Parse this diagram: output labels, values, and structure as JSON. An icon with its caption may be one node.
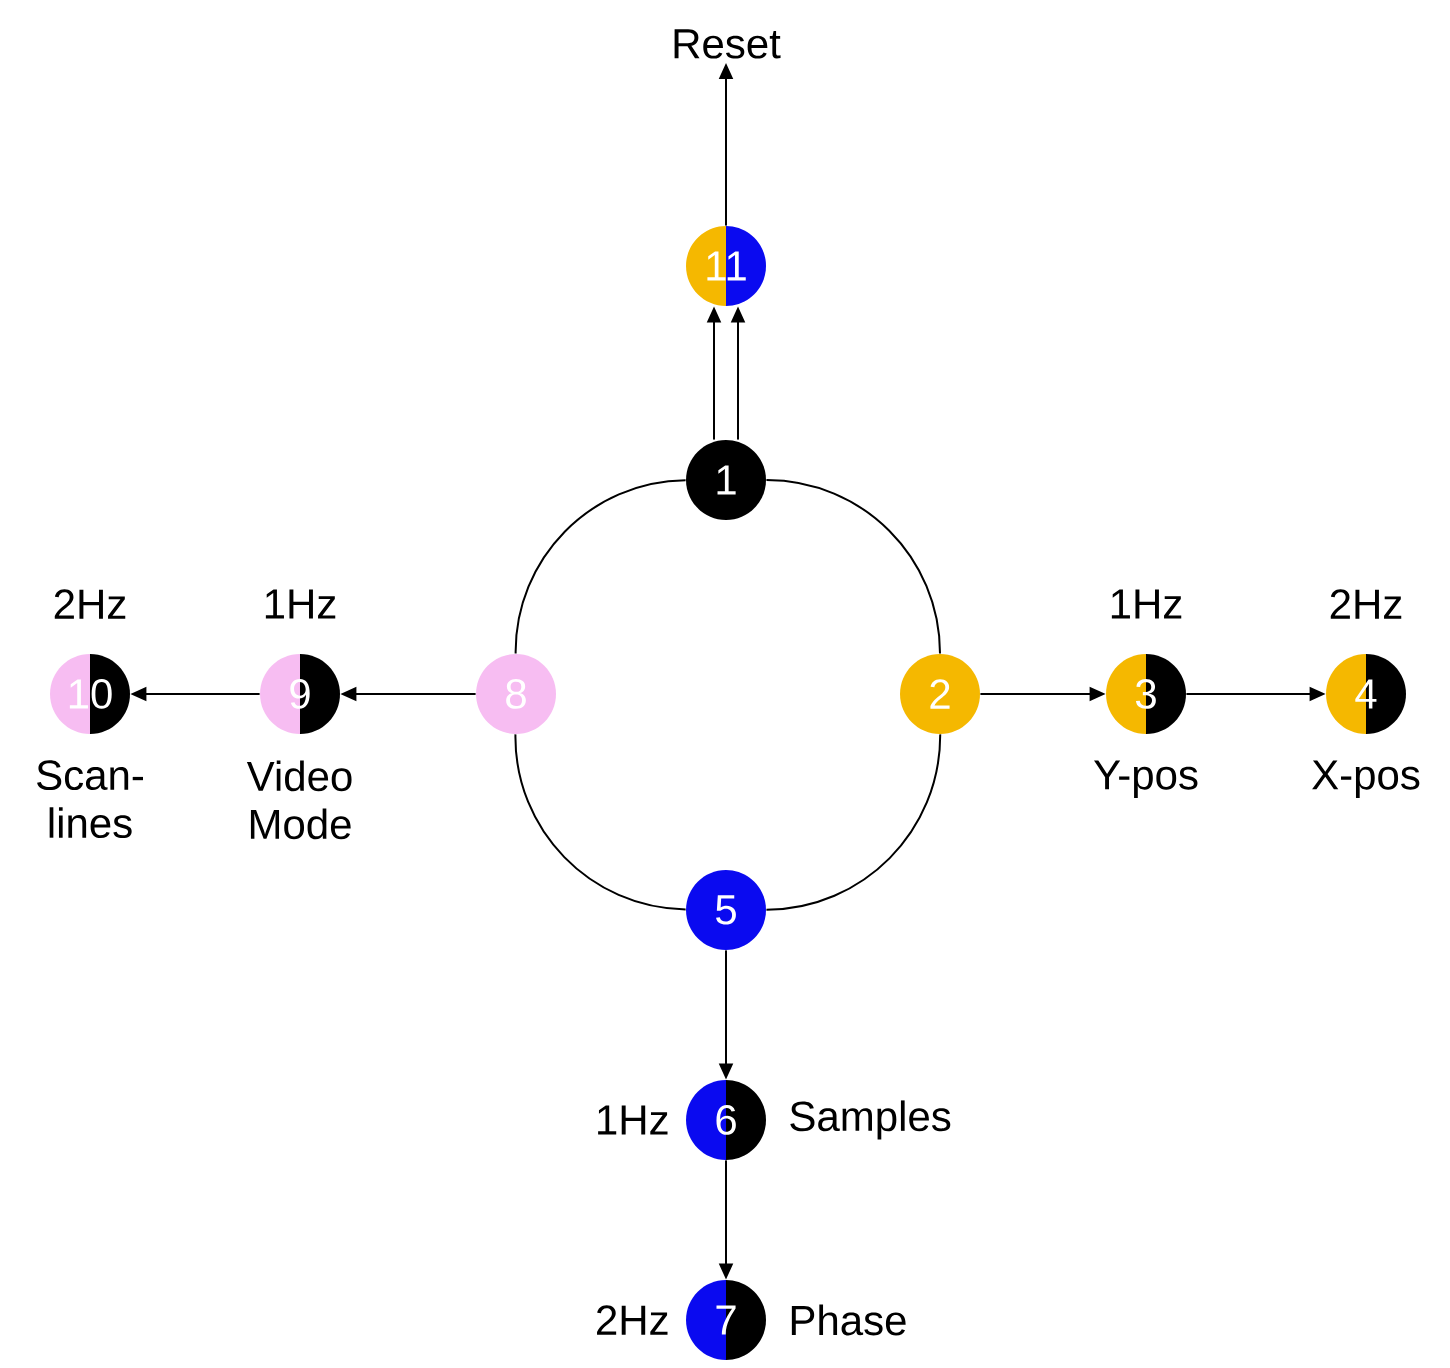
{
  "diagram": {
    "nodes": [
      {
        "text": [
          "Reset"
        ]
      },
      {
        "text": [
          "11"
        ]
      },
      {
        "text": [
          "1"
        ]
      },
      {
        "text": [
          "10"
        ],
        "beside": [
          "2Hz",
          "Scan- lines"
        ]
      },
      {
        "text": [
          "9"
        ],
        "beside": [
          "1Hz",
          "Video Mode"
        ]
      },
      {
        "text": [
          "8"
        ]
      },
      {
        "text": [
          "2"
        ]
      },
      {
        "text": [
          "3"
        ],
        "beside": [
          "1Hz",
          "Y-pos"
        ]
      },
      {
        "text": [
          "4"
        ],
        "beside": [
          "2Hz",
          "X-pos"
        ]
      },
      {
        "text": [
          "5"
        ]
      },
      {
        "text": [
          "6"
        ],
        "beside": [
          "1Hz",
          "Samples"
        ]
      },
      {
        "text": [
          "7"
        ],
        "beside": [
          "2Hz",
          "Phase"
        ]
      }
    ],
    "edges": [
      {
        "from": 1,
        "to": 0,
        "arrow": "to"
      },
      {
        "from": 2,
        "to": 1,
        "arrow": "to"
      },
      {
        "from": 2,
        "to": 1,
        "arrow": "to"
      },
      {
        "from": 2,
        "to": 6,
        "arrow": "none"
      },
      {
        "from": 6,
        "to": 9,
        "arrow": "none"
      },
      {
        "from": 9,
        "to": 5,
        "arrow": "none"
      },
      {
        "from": 5,
        "to": 2,
        "arrow": "none"
      },
      {
        "from": 6,
        "to": 7,
        "arrow": "to"
      },
      {
        "from": 7,
        "to": 8,
        "arrow": "to"
      },
      {
        "from": 9,
        "to": 10,
        "arrow": "to"
      },
      {
        "from": 10,
        "to": 11,
        "arrow": "to"
      },
      {
        "from": 5,
        "to": 4,
        "arrow": "to"
      },
      {
        "from": 4,
        "to": 3,
        "arrow": "to"
      }
    ]
  }
}
